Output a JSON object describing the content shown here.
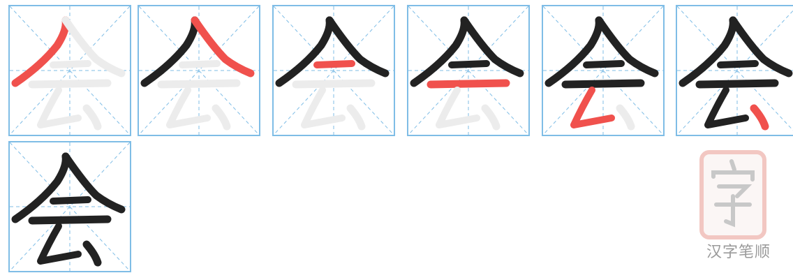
{
  "character": "会",
  "stroke_count": 6,
  "colors": {
    "grid_border": "#7fbde6",
    "guide_dash": "#7fbde6",
    "ghost": "#ececec",
    "done": "#222222",
    "current": "#f0514d"
  },
  "steps": [
    1,
    2,
    3,
    4,
    5,
    6,
    7
  ],
  "watermark": {
    "brand": "汉字笔顺",
    "seal_glyph": "字"
  }
}
